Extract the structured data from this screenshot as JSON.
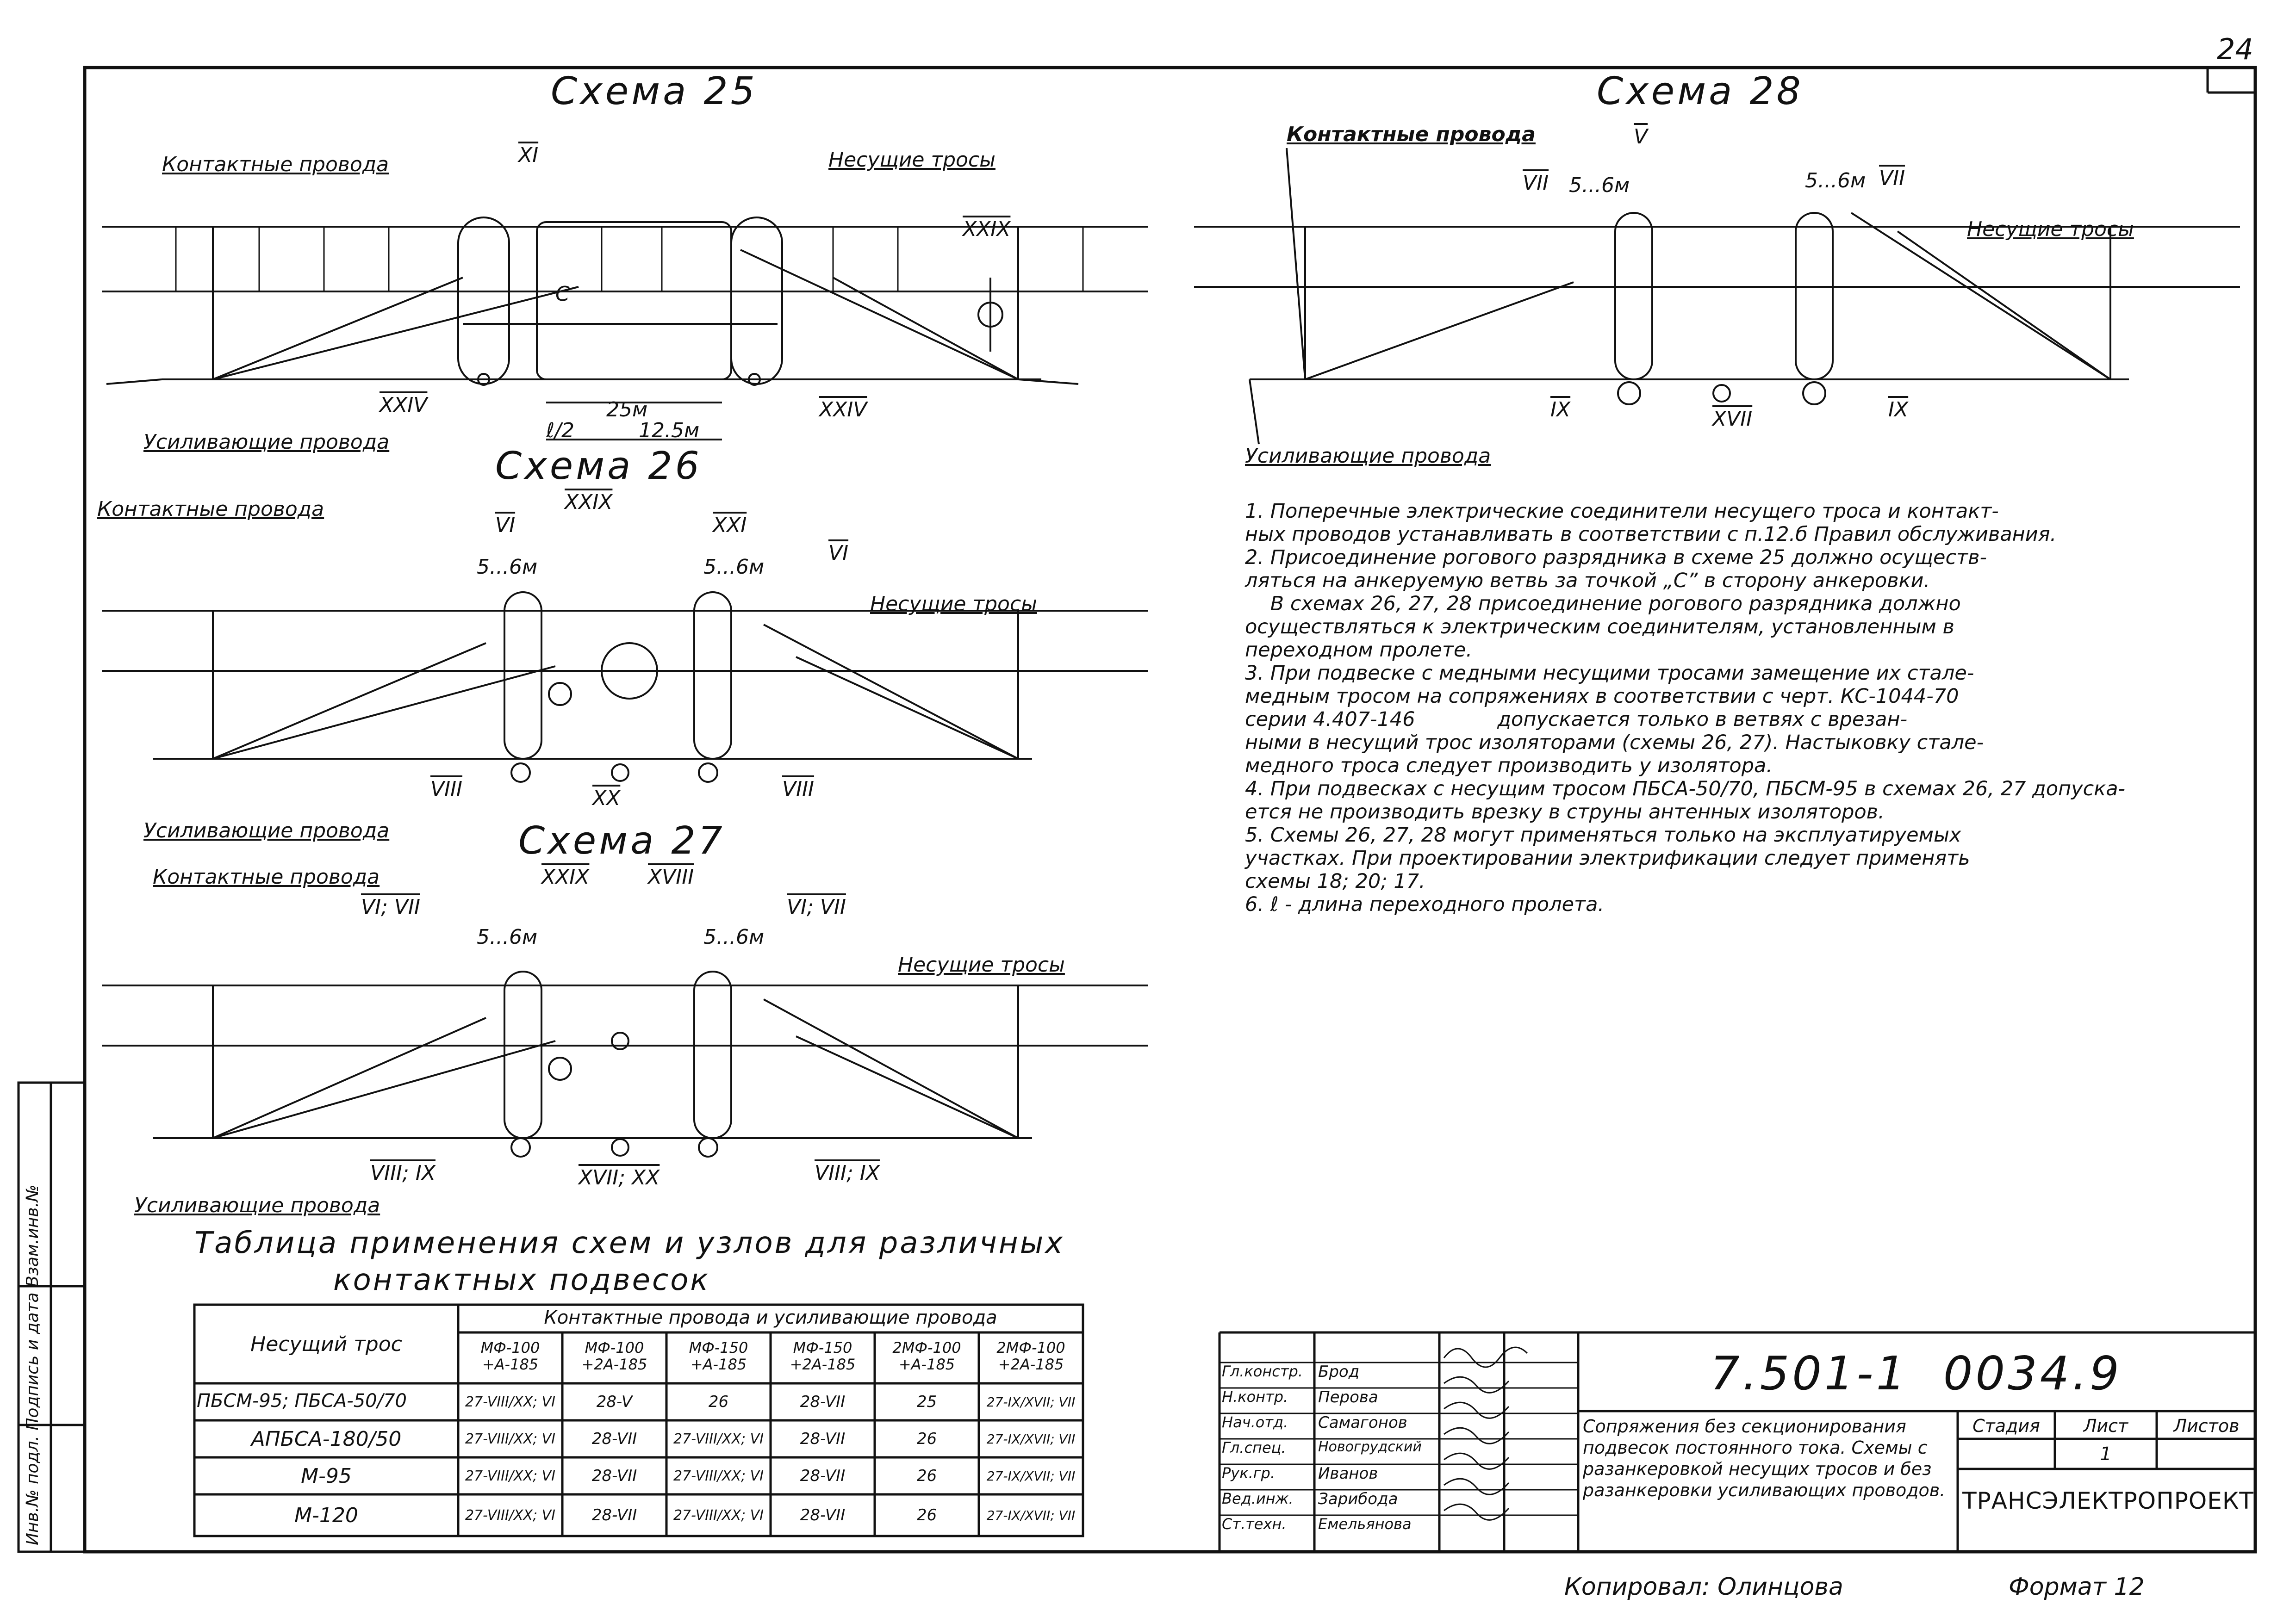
{
  "sheet_number": "24",
  "schemes": {
    "s25": {
      "title": "Схема 25",
      "contact": "Контактные провода",
      "messenger": "Несущие тросы",
      "reinf": "Усиливающие провода",
      "node_a": "XI",
      "node_b": "XXIX",
      "node_c": "XXIV",
      "node_d": "XXIV",
      "dim_total": "25м",
      "dim_half": "12.5м",
      "dim_l2": "ℓ/2",
      "point_c": "C"
    },
    "s26": {
      "title": "Схема 26",
      "contact": "Контактные провода",
      "messenger": "Несущие тросы",
      "reinf": "Усиливающие провода",
      "node_a": "VI",
      "node_b": "XXIX",
      "node_c": "XXI",
      "node_d": "VI",
      "dim_a": "5...6м",
      "dim_b": "5...6м",
      "node_e": "VIII",
      "node_f": "XX",
      "node_g": "VIII"
    },
    "s27": {
      "title": "Схема 27",
      "contact": "Контактные провода",
      "messenger": "Несущие тросы",
      "reinf": "Усиливающие провода",
      "node_a": "VI; VII",
      "node_b": "XXIX",
      "node_c": "XVIII",
      "node_d": "VI; VII",
      "dim_a": "5...6м",
      "dim_b": "5...6м",
      "node_e": "VIII; IX",
      "node_f": "XVII; XX",
      "node_g": "VIII; IX"
    },
    "s28": {
      "title": "Схема 28",
      "contact": "Контактные провода",
      "messenger": "Несущие тросы",
      "reinf": "Усиливающие провода",
      "node_a": "V",
      "node_b": "VII",
      "node_c": "VII",
      "dim_a": "5...6м",
      "dim_b": "5...6м",
      "node_e": "IX",
      "node_f": "XVII",
      "node_g": "IX"
    }
  },
  "notes": [
    "1. Поперечные электрические соединители несущего троса и контакт-",
    "ных проводов устанавливать в соответствии с п.12.б Правил обслуживания.",
    "2. Присоединение рогового разрядника в схеме 25 должно осуществ-",
    "ляться на анкеруемую ветвь за точкой „С” в сторону анкеровки.",
    "    В схемах 26, 27, 28 присоединение рогового разрядника должно",
    "осуществляться к электрическим соединителям, установленным в",
    "переходном пролете.",
    "3. При подвеске с медными несущими тросами замещение их стале-",
    "медным тросом на сопряжениях в соответствии с черт. КС-1044-70",
    "серии 4.407-146             допускается только в ветвях с врезан-",
    "ными в несущий трос изоляторами (схемы 26, 27). Настыковку стале-",
    "медного троса следует производить у изолятора.",
    "4. При подвесках с несущим тросом ПБСА-50/70, ПБСМ-95 в схемах 26, 27 допуска-",
    "ется не производить врезку в струны антенных изоляторов.",
    "5. Схемы 26, 27, 28 могут применяться только на эксплуатируемых",
    "участках. При проектировании электрификации следует применять",
    "схемы 18; 20; 17.",
    "6. ℓ - длина переходного пролета."
  ],
  "table": {
    "title_line1": "Таблица применения схем и узлов для различных",
    "title_line2": "контактных подвесок",
    "col_header": "Несущий трос",
    "group_header": "Контактные провода и усиливающие провода",
    "columns": [
      "МФ-100 +А-185",
      "МФ-100 +2А-185",
      "МФ-150 +А-185",
      "МФ-150 +2А-185",
      "2МФ-100 +А-185",
      "2МФ-100 +2А-185"
    ],
    "rows": [
      {
        "name": "ПБСМ-95; ПБСА-50/70",
        "cells": [
          "27-VIII/XX; VI",
          "28-V",
          "26",
          "28-VII",
          "25",
          "27-IX/XVII; VII"
        ]
      },
      {
        "name": "АПБСА-180/50",
        "cells": [
          "27-VIII/XX; VI",
          "28-VII",
          "27-VIII/XX; VI",
          "28-VII",
          "26",
          "27-IX/XVII; VII"
        ]
      },
      {
        "name": "М-95",
        "cells": [
          "27-VIII/XX; VI",
          "28-VII",
          "27-VIII/XX; VI",
          "28-VII",
          "26",
          "27-IX/XVII; VII"
        ]
      },
      {
        "name": "М-120",
        "cells": [
          "27-VIII/XX; VI",
          "28-VII",
          "27-VIII/XX; VI",
          "28-VII",
          "26",
          "27-IX/XVII; VII"
        ]
      }
    ]
  },
  "title_block": {
    "doc_code": "7.501-1  0034.9",
    "description": "Сопряжения без секционирования подвесок постоянного тока. Схемы с разанкеровкой несущих тросов и без разанкеровки усиливающих проводов.",
    "stage_label": "Стадия",
    "sheet_label": "Лист",
    "sheets_label": "Листов",
    "sheet_value": "1",
    "organization": "ТРАНСЭЛЕКТРОПРОЕКТ",
    "roles": [
      {
        "role": "Гл.констр.",
        "name": "Брод"
      },
      {
        "role": "Н.контр.",
        "name": "Перова"
      },
      {
        "role": "Нач.отд.",
        "name": "Самагонов"
      },
      {
        "role": "Гл.спец.",
        "name": "Новогрудский"
      },
      {
        "role": "Рук.гр.",
        "name": "Иванов"
      },
      {
        "role": "Вед.инж.",
        "name": "Зарибода"
      },
      {
        "role": "Ст.техн.",
        "name": "Емельянова"
      }
    ]
  },
  "side_stamp": "Инв.№ подл.  Подпись и дата  Взам.инв.№",
  "footer": {
    "copied": "Копировал:  Олинцова",
    "format": "Формат 12"
  }
}
